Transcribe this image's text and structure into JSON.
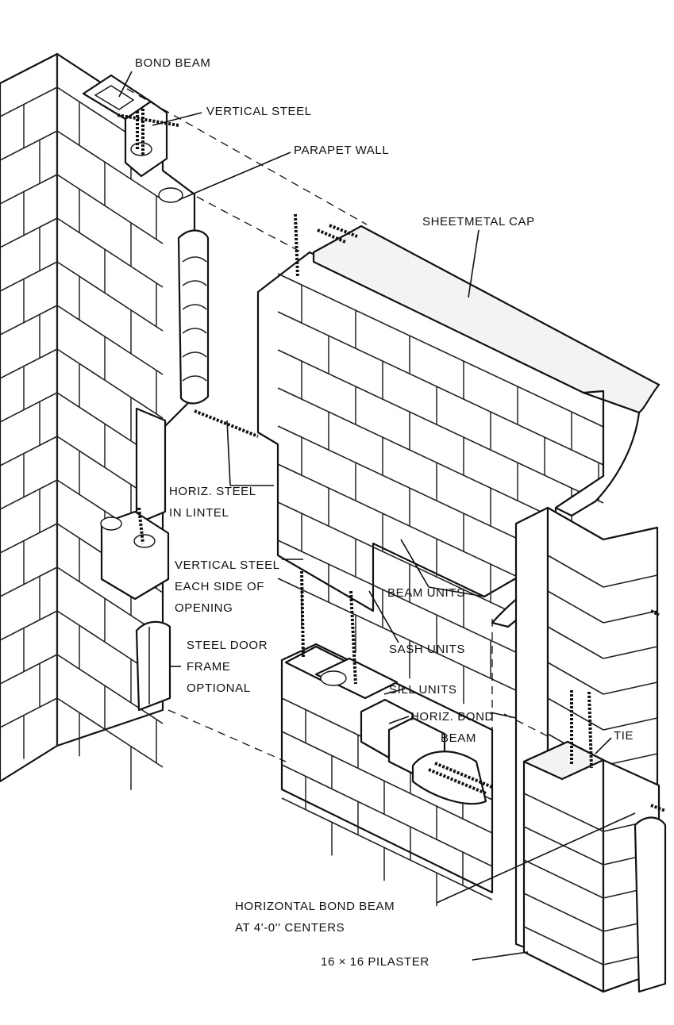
{
  "labels": {
    "bond_beam": "BOND BEAM",
    "vertical_steel": "VERTICAL STEEL",
    "parapet_wall": "PARAPET WALL",
    "sheetmetal_cap": "SHEETMETAL CAP",
    "horiz_steel_line1": "HORIZ. STEEL",
    "horiz_steel_line2": "IN LINTEL",
    "vertical_steel_opening_line1": "VERTICAL STEEL",
    "vertical_steel_opening_line2": "EACH SIDE OF",
    "vertical_steel_opening_line3": "OPENING",
    "beam_units": "BEAM UNITS",
    "steel_door_line1": "STEEL DOOR",
    "steel_door_line2": "FRAME",
    "steel_door_line3": "OPTIONAL",
    "sash_units": "SASH UNITS",
    "sill_units": "SILL UNITS",
    "horiz_bond_line1": "HORIZ. BOND",
    "horiz_bond_line2": "BEAM",
    "tie": "TIE",
    "horizontal_bond_line1": "HORIZONTAL BOND BEAM",
    "horizontal_bond_line2": "AT 4'-0'' CENTERS",
    "pilaster": "16 × 16 PILASTER"
  }
}
